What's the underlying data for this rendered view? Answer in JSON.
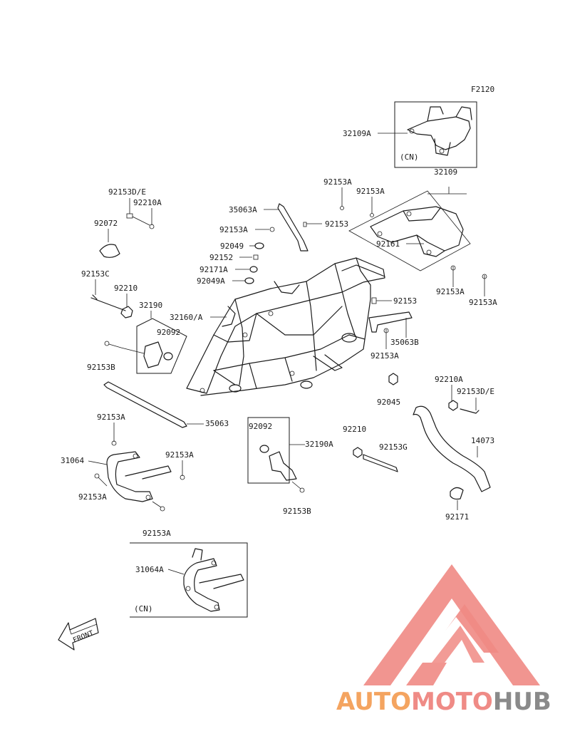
{
  "figure_code": "F2120",
  "cn_label": "(CN)",
  "front_label": "FRONT",
  "watermark": {
    "auto": "AUTO",
    "moto": "MOTO",
    "hub": "HUB",
    "colors": {
      "auto": "#f4a460",
      "moto": "#ef8b86",
      "hub": "#8a8a8a",
      "logo": "#f08a84"
    }
  },
  "parts": {
    "p32109A": "32109A",
    "p32109": "32109",
    "p92153A_1": "92153A",
    "p92153A_2": "92153A",
    "p92153D_E_1": "92153D/E",
    "p92210A_1": "92210A",
    "p35063A": "35063A",
    "p92153A_3": "92153A",
    "p92153_1": "92153",
    "p92072": "92072",
    "p92049": "92049",
    "p92152": "92152",
    "p92161": "92161",
    "p92171A": "92171A",
    "p92153C": "92153C",
    "p92049A": "92049A",
    "p92153A_4": "92153A",
    "p92153A_5": "92153A",
    "p92210": "92210",
    "p32190": "32190",
    "p32160": "32160/A",
    "p92153_2": "92153",
    "p92092_1": "92092",
    "p35063B": "35063B",
    "p92153B_1": "92153B",
    "p92153A_6": "92153A",
    "p92045": "92045",
    "p92210A_2": "92210A",
    "p92153D_E_2": "92153D/E",
    "p35063": "35063",
    "p92153A_7": "92153A",
    "p92092_2": "92092",
    "p92210_2": "92210",
    "p31064": "31064",
    "p32190A": "32190A",
    "p92153G": "92153G",
    "p14073": "14073",
    "p92153A_8": "92153A",
    "p92153A_9": "92153A",
    "p92153B_2": "92153B",
    "p92171": "92171",
    "p92153A_10": "92153A",
    "p31064A": "31064A"
  }
}
